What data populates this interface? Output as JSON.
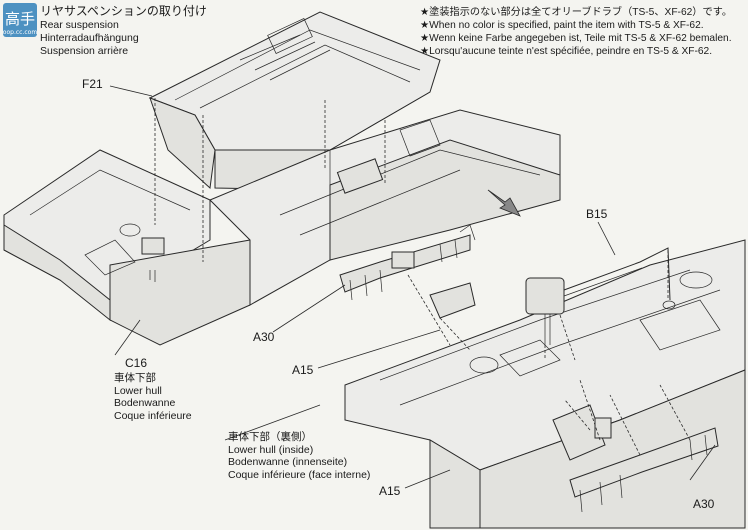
{
  "watermark": {
    "line1": "高手",
    "line2": "oop.cc.com",
    "color": "#2f7fb8"
  },
  "title": {
    "jp": "リヤサスペンションの取り付け",
    "en": "Rear suspension",
    "de": "Hinterradaufhängung",
    "fr": "Suspension arrière"
  },
  "notes": [
    "★塗装指示のない部分は全てオリーブドラブ（TS-5、XF-62）です。",
    "★When no color is specified, paint the item with TS-5 & XF-62.",
    "★Wenn keine Farbe angegeben ist, Teile mit TS-5 & XF-62 bemalen.",
    "★Lorsqu'aucune teinte n'est spécifiée, peindre en TS-5 & XF-62."
  ],
  "parts": {
    "f21": "F21",
    "b15": "B15",
    "a30_left": "A30",
    "a15_mid": "A15",
    "a15_bottom": "A15",
    "a30_right": "A30",
    "c16": "C16"
  },
  "captions": {
    "c16": [
      "車体下部",
      "Lower hull",
      "Bodenwanne",
      "Coque inférieure"
    ],
    "inside": [
      "車体下部（裏側）",
      "Lower hull (inside)",
      "Bodenwanne (innenseite)",
      "Coque inférieure (face interne)"
    ]
  }
}
